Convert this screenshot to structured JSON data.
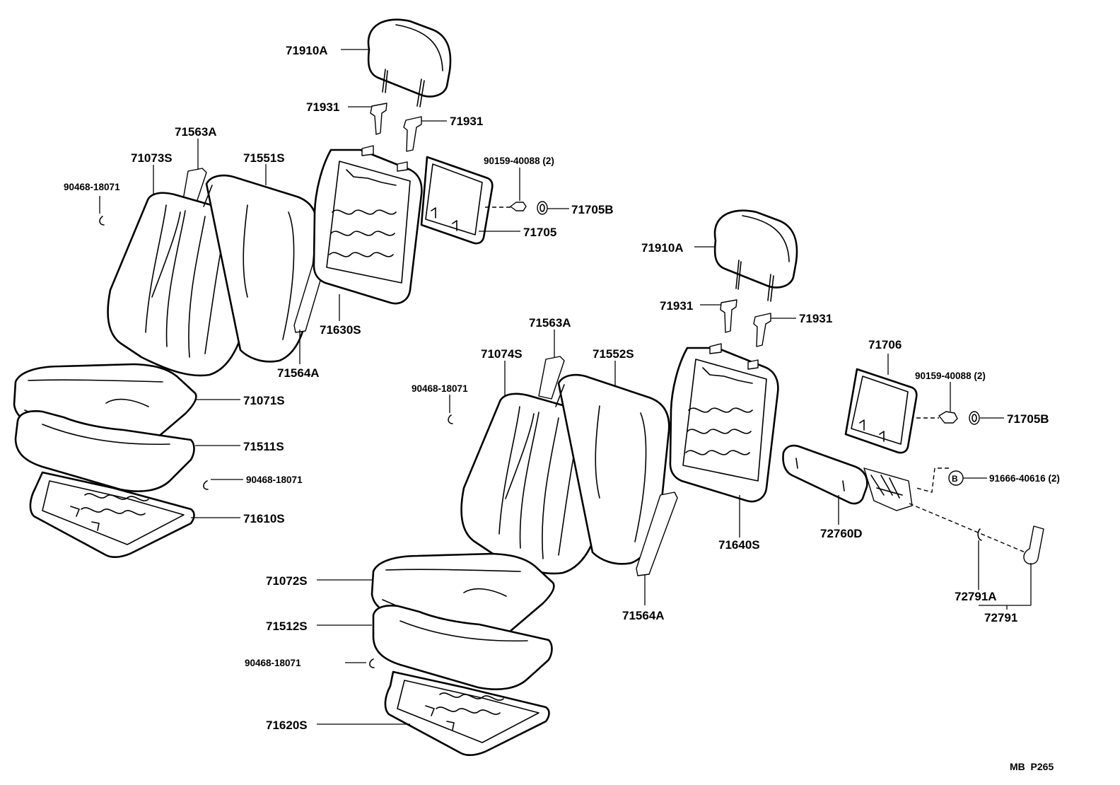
{
  "labels": {
    "headrest_left": "71910A",
    "support_left_a": "71931",
    "support_left_b": "71931",
    "pad_side_left": "71563A",
    "cover_back_left": "71073S",
    "pad_back_left": "71551S",
    "clip_back_left": "90468-18071",
    "screw_left": "90159-40088 (2)",
    "knob_left": "71705B",
    "board_left": "71705",
    "frame_back_left": "71630S",
    "pad_strip_left": "71564A",
    "cover_cushion_left": "71071S",
    "pad_cushion_left": "71511S",
    "clip_cushion_left": "90468-18071",
    "frame_cushion_left": "71610S",
    "headrest_right": "71910A",
    "support_right_a": "71931",
    "support_right_b": "71931",
    "pad_side_right": "71563A",
    "cover_back_right": "71074S",
    "pad_back_right": "71552S",
    "clip_back_right": "90468-18071",
    "board_right": "71706",
    "screw_right": "90159-40088 (2)",
    "knob_right": "71705B",
    "bolt_right": "91666-40616 (2)",
    "armrest": "72760D",
    "frame_back_right": "71640S",
    "pad_strip_right": "71564A",
    "clip_armrest": "72791A",
    "armrest_set": "72791",
    "cover_cushion_right": "71072S",
    "pad_cushion_right": "71512S",
    "clip_cushion_right": "90468-18071",
    "frame_cushion_right": "71620S",
    "bolt_marker": "B",
    "ref_code": "MB  P265"
  },
  "icons": [
    "headrest-icon",
    "headrest-support-icon",
    "seatback-cover-icon",
    "seatback-pad-icon",
    "seatback-frame-icon",
    "cushion-cover-icon",
    "cushion-pad-icon",
    "cushion-frame-icon",
    "hog-ring-clip-icon",
    "screw-icon",
    "knob-icon",
    "armrest-icon",
    "back-board-icon"
  ]
}
